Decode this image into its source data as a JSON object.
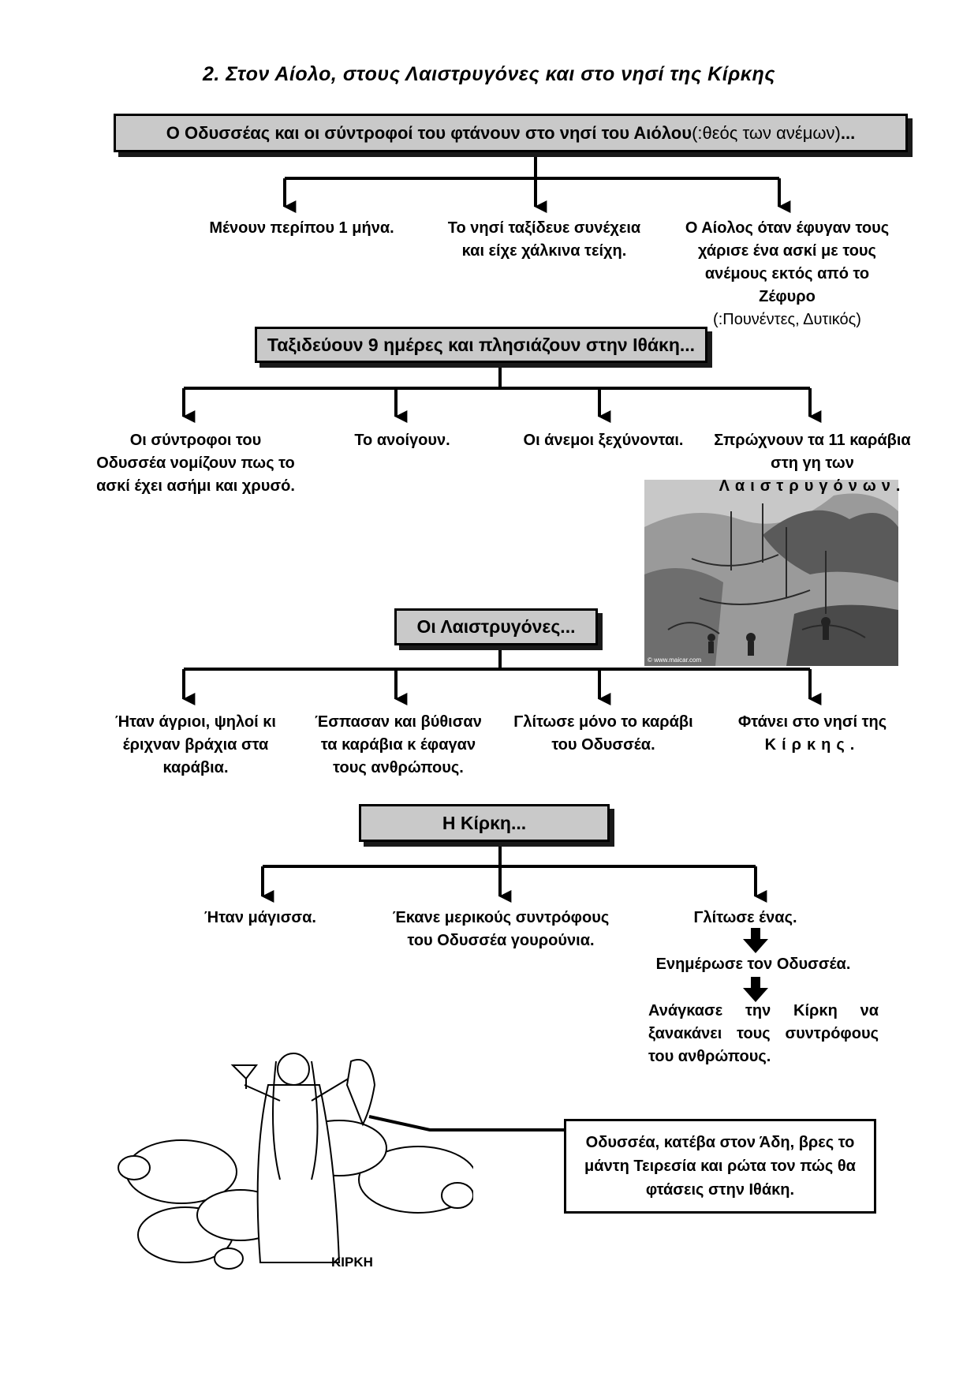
{
  "title": "2.  Στον Αίολο, στους Λαιστρυγόνες και στο νησί της Κίρκης",
  "section1": {
    "box_bold": "Ο Οδυσσέας και οι σύντροφοί του φτάνουν στο νησί του Αιόλου",
    "box_note": " (:θεός των ανέμων)",
    "box_end": "...",
    "items": [
      "Μένουν περίπου 1 μήνα.",
      "Το νησί ταξίδευε συνέχεια και είχε χάλκινα τείχη.",
      "Ο Αίολος όταν έφυγαν τους χάρισε ένα ασκί με τους ανέμους εκτός από το Ζέφυρο"
    ],
    "item3_note": "(:Πουνέντες, Δυτικός)"
  },
  "section2": {
    "box": "Ταξιδεύουν 9 ημέρες και πλησιάζουν στην Ιθάκη...",
    "items": [
      "Οι σύντροφοι του Οδυσσέα νομίζουν πως το ασκί έχει ασήμι και χρυσό.",
      "Το ανοίγουν.",
      "Οι άνεμοι ξεχύνονται.",
      "Σπρώχνουν τα 11 καράβια στη γη των"
    ],
    "item4_spaced": "Λαιστρυγόνων."
  },
  "section3": {
    "box": "Οι Λαιστρυγόνες...",
    "items": [
      "Ήταν άγριοι, ψηλοί κι έριχναν βράχια στα καράβια.",
      "Έσπασαν και βύθισαν τα καράβια κ έφαγαν τους ανθρώπους.",
      "Γλίτωσε μόνο το καράβι του Οδυσσέα.",
      "Φτάνει στο νησί της"
    ],
    "item4_spaced": "Κίρκης."
  },
  "section4": {
    "box": "Η Κίρκη...",
    "items": [
      "Ήταν μάγισσα.",
      "Έκανε μερικούς συντρόφους του Οδυσσέα γουρούνια.",
      "Γλίτωσε ένας."
    ],
    "chain": [
      "Ενημέρωσε τον Οδυσσέα.",
      "Ανάγκασε την Κίρκη να ξανακάνει τους συντρόφους του ανθρώπους."
    ]
  },
  "illustration": {
    "watermark": "© www.maicar.com",
    "circe_caption": "ΚΙΡΚΗ"
  },
  "speech": "Οδυσσέα, κατέβα στον Άδη, βρες το μάντη Τειρεσία και ρώτα τον πώς θα φτάσεις στην Ιθάκη."
}
